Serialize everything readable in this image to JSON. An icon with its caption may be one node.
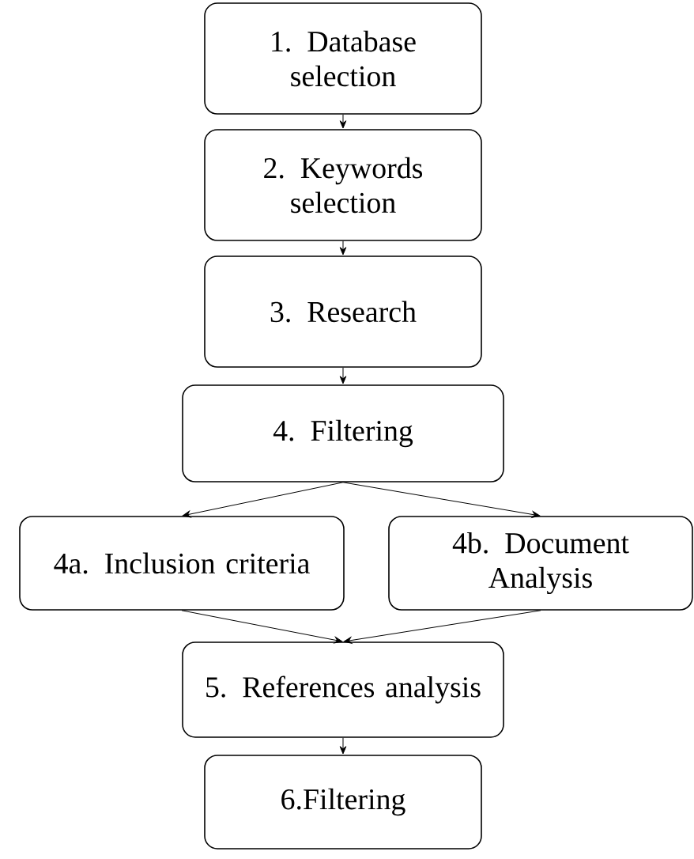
{
  "diagram": {
    "nodes": [
      {
        "text": [
          "1. Database selection"
        ]
      },
      {
        "text": [
          "2. Keywords selection"
        ]
      },
      {
        "text": [
          "3. Research"
        ]
      },
      {
        "text": [
          "4. Filtering"
        ]
      },
      {
        "text": [
          "4a. Inclusion criteria"
        ]
      },
      {
        "text": [
          "4b. Document Analysis"
        ]
      },
      {
        "text": [
          "5. References analysis"
        ]
      },
      {
        "text": [
          "6.Filtering"
        ]
      }
    ],
    "edges": [
      {
        "from": 0,
        "to": 1,
        "arrow": "to"
      },
      {
        "from": 1,
        "to": 2,
        "arrow": "to"
      },
      {
        "from": 2,
        "to": 3,
        "arrow": "to"
      },
      {
        "from": 3,
        "to": 4,
        "arrow": "to"
      },
      {
        "from": 3,
        "to": 5,
        "arrow": "to"
      },
      {
        "from": 4,
        "to": 6,
        "arrow": "to"
      },
      {
        "from": 5,
        "to": 6,
        "arrow": "to"
      },
      {
        "from": 6,
        "to": 7,
        "arrow": "to"
      }
    ]
  }
}
